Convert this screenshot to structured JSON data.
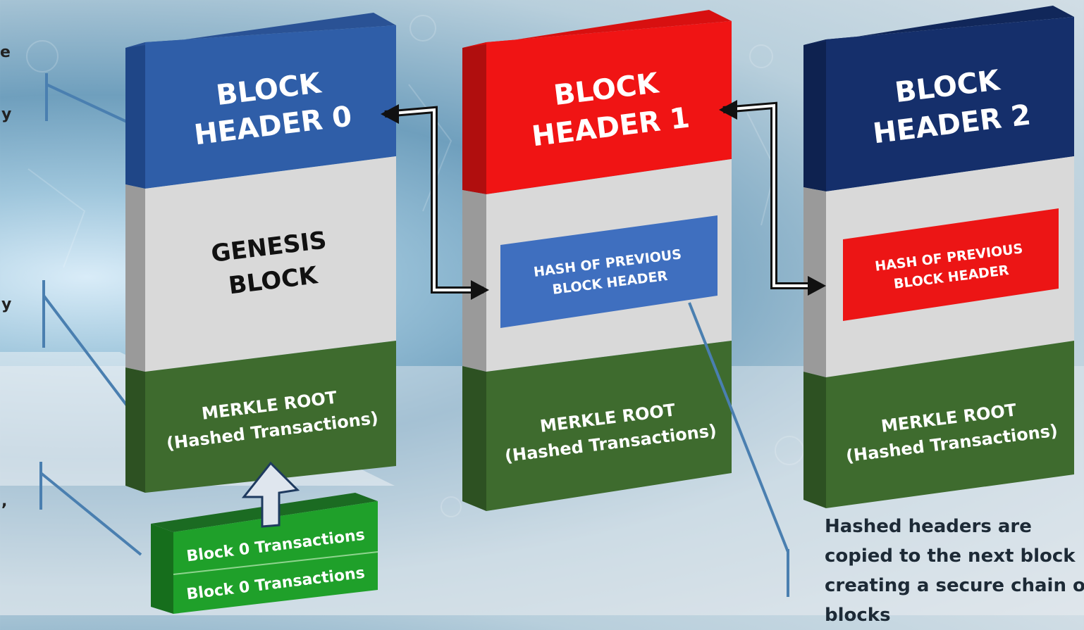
{
  "blocks": [
    {
      "header_line1": "BLOCK",
      "header_line2": "HEADER 0",
      "header_color": "#2f5ea8",
      "middle_line1": "GENESIS",
      "middle_line2": "BLOCK",
      "merkle_line1": "MERKLE ROOT",
      "merkle_line2": "(Hashed Transactions)"
    },
    {
      "header_line1": "BLOCK",
      "header_line2": "HEADER 1",
      "header_color": "#f01414",
      "hash_line1": "HASH OF PREVIOUS",
      "hash_line2": "BLOCK HEADER",
      "hash_color": "#3f6fbf",
      "merkle_line1": "MERKLE ROOT",
      "merkle_line2": "(Hashed Transactions)"
    },
    {
      "header_line1": "BLOCK",
      "header_line2": "HEADER 2",
      "header_color": "#152f6b",
      "hash_line1": "HASH OF PREVIOUS",
      "hash_line2": "BLOCK HEADER",
      "hash_color": "#ec1515",
      "merkle_line1": "MERKLE ROOT",
      "merkle_line2": "(Hashed Transactions)"
    }
  ],
  "transactions": [
    "Block 0 Transactions",
    "Block 0 Transactions"
  ],
  "caption": {
    "line1": "Hashed headers are",
    "line2": "copied to the next block",
    "line3": "creating a secure chain o",
    "line4": "blocks"
  },
  "edge_glyphs": [
    "e",
    "y",
    "y",
    ","
  ],
  "colors": {
    "merkle_green": "#3e6b2e",
    "tx_green": "#1fa02a",
    "body_gray": "#d9d9d9",
    "callout_line": "#4a7fb0"
  }
}
